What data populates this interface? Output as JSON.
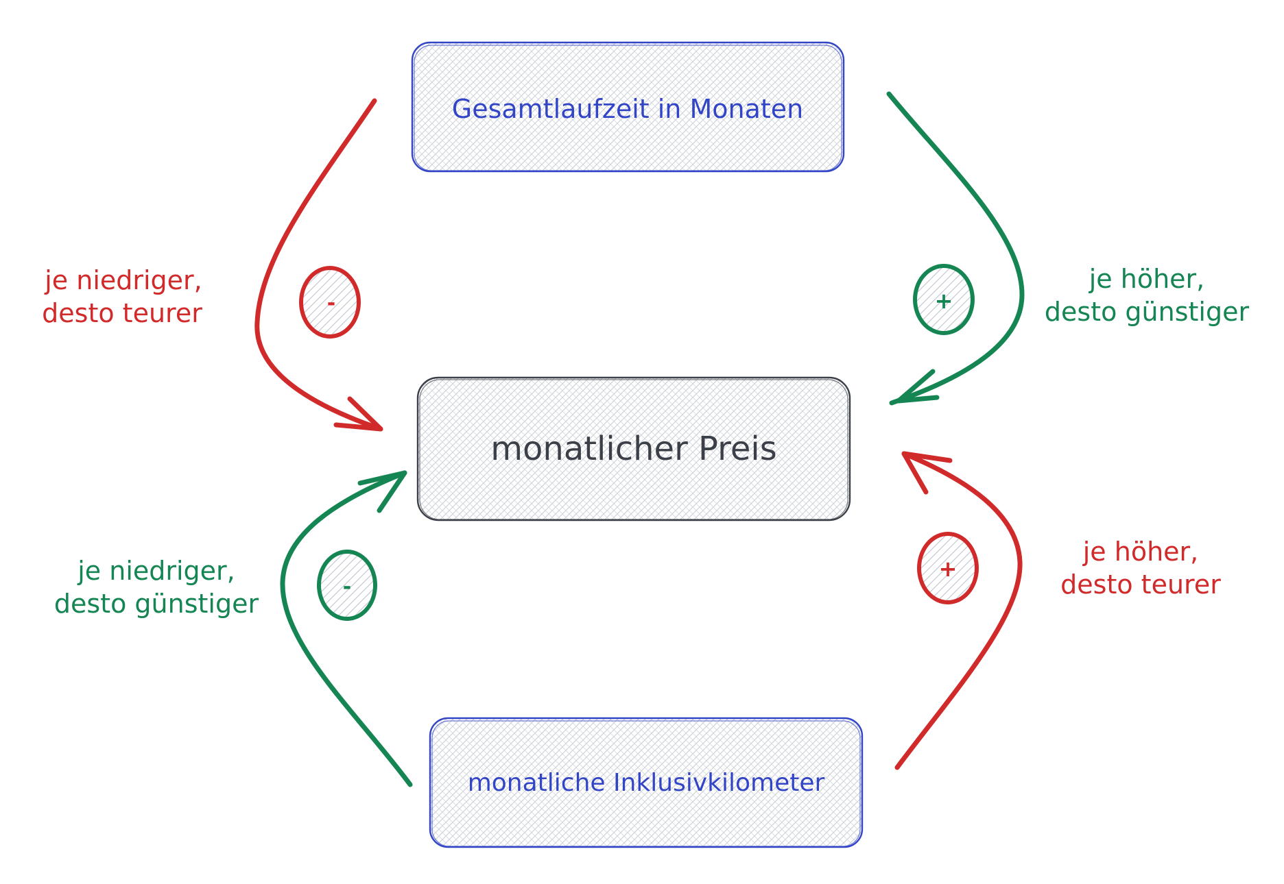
{
  "nodes": {
    "top": {
      "label": "Gesamtlaufzeit in Monaten"
    },
    "center": {
      "label": "monatlicher Preis"
    },
    "bottom": {
      "label": "monatliche Inklusivkilometer"
    }
  },
  "edges": {
    "top_left": {
      "sign": "-",
      "label_line1": "je niedriger,",
      "label_line2": "desto teurer"
    },
    "top_right": {
      "sign": "+",
      "label_line1": "je höher,",
      "label_line2": "desto günstiger"
    },
    "bottom_left": {
      "sign": "-",
      "label_line1": "je niedriger,",
      "label_line2": "desto günstiger"
    },
    "bottom_right": {
      "sign": "+",
      "label_line1": "je höher,",
      "label_line2": "desto teurer"
    }
  },
  "colors": {
    "blue": "#3345c7",
    "dark": "#3b3f47",
    "red": "#d12a2a",
    "green": "#148553",
    "hatch_gray": "#c8ccd3"
  }
}
